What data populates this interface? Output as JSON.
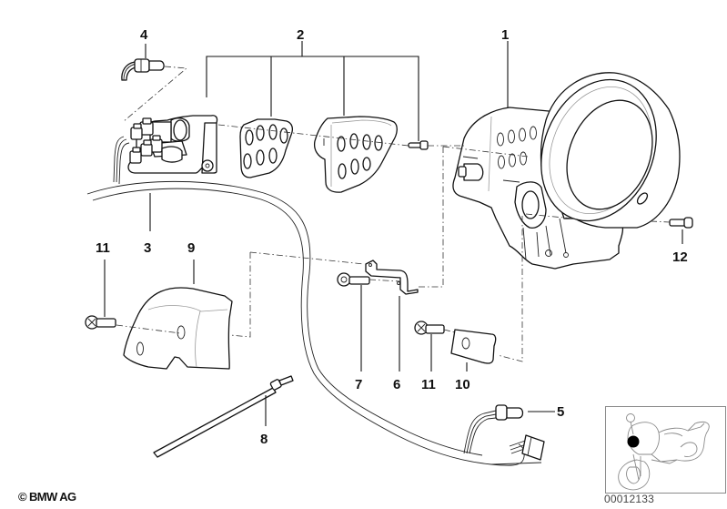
{
  "diagram": {
    "title": "Instrument cluster mounting parts",
    "callouts": [
      {
        "id": "callout-1",
        "label": "1",
        "part": "instrument-cluster-housing"
      },
      {
        "id": "callout-2",
        "label": "2",
        "part": "rubber-mount-set"
      },
      {
        "id": "callout-3",
        "label": "3",
        "part": "wiring-harness"
      },
      {
        "id": "callout-4",
        "label": "4",
        "part": "bulb-socket"
      },
      {
        "id": "callout-5",
        "label": "5",
        "part": "bulb-socket-with-lead"
      },
      {
        "id": "callout-6",
        "label": "6",
        "part": "bracket"
      },
      {
        "id": "callout-7",
        "label": "7",
        "part": "hex-bolt"
      },
      {
        "id": "callout-8",
        "label": "8",
        "part": "cable-tie"
      },
      {
        "id": "callout-9",
        "label": "9",
        "part": "cover"
      },
      {
        "id": "callout-10",
        "label": "10",
        "part": "small-cover"
      },
      {
        "id": "callout-11a",
        "label": "11",
        "part": "oval-head-screw"
      },
      {
        "id": "callout-11b",
        "label": "11",
        "part": "oval-head-screw"
      },
      {
        "id": "callout-12",
        "label": "12",
        "part": "screw"
      }
    ]
  },
  "footer": {
    "copyright": "© BMW AG",
    "diagram_id": "00012133"
  },
  "thumbnail": {
    "subject": "motorcycle-locator",
    "marker": "instrument-cluster-location"
  }
}
